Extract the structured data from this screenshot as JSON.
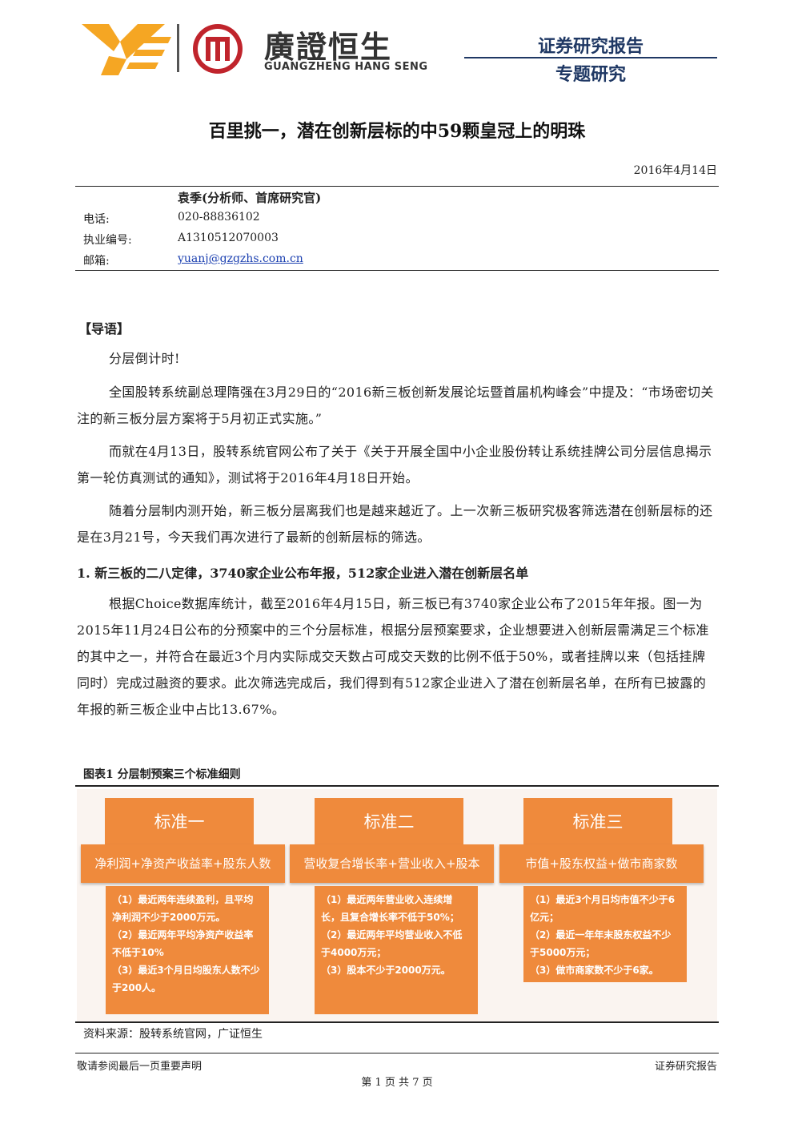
{
  "header": {
    "brand_cn": "廣證恒生",
    "brand_en": "GUANGZHENG HANG SENG",
    "report_type": "证券研究报告",
    "report_subtype": "专题研究"
  },
  "title": "百里挑一，潜在创新层标的中59颗皇冠上的明珠",
  "date": "2016年4月14日",
  "analyst": {
    "name": "袁季(分析师、首席研究官)",
    "phone_label": "电话:",
    "phone": "020-88836102",
    "license_label": "执业编号:",
    "license": "A1310512070003",
    "email_label": "邮箱:",
    "email": "yuanj@gzgzhs.com.cn"
  },
  "intro": {
    "heading": "【导语】",
    "p1": "分层倒计时!",
    "p2": "全国股转系统副总理隋强在3月29日的“2016新三板创新发展论坛暨首届机构峰会”中提及：“市场密切关注的新三板分层方案将于5月初正式实施。”",
    "p3": "而就在4月13日，股转系统官网公布了关于《关于开展全国中小企业股份转让系统挂牌公司分层信息揭示第一轮仿真测试的通知》，测试将于2016年4月18日开始。",
    "p4": "随着分层制内测开始，新三板分层离我们也是越来越近了。上一次新三板研究极客筛选潜在创新层标的还是在3月21号，今天我们再次进行了最新的创新层标的筛选。"
  },
  "section1": {
    "heading": "1.  新三板的二八定律，3740家企业公布年报，512家企业进入潜在创新层名单",
    "p1": "根据Choice数据库统计，截至2016年4月15日，新三板已有3740家企业公布了2015年年报。图一为2015年11月24日公布的分预案中的三个分层标准，根据分层预案要求，企业想要进入创新层需满足三个标准的其中之一，并符合在最近3个月内实际成交天数占可成交天数的比例不低于50%，或者挂牌以来（包括挂牌同时）完成过融资的要求。此次筛选完成后，我们得到有512家企业进入了潜在创新层名单，在所有已披露的年报的新三板企业中占比13.67%。"
  },
  "figure": {
    "caption": "图表1  分层制预案三个标准细则",
    "standards": [
      {
        "title": "标准一",
        "band": "净利润+净资产收益率+股东人数",
        "items": [
          "（1）最近两年连续盈利，且平均净利润不少于2000万元。",
          "（2）最近两年平均净资产收益率不低于10%",
          "（3）最近3个月日均股东人数不少于200人。"
        ]
      },
      {
        "title": "标准二",
        "band": "营收复合增长率+营业收入+股本",
        "items": [
          "（1）最近两年营业收入连续增长，且复合增长率不低于50%；",
          "（2）最近两年平均营业收入不低于4000万元；",
          "（3）股本不少于2000万元。"
        ]
      },
      {
        "title": "标准三",
        "band": "市值+股东权益+做市商家数",
        "items": [
          "（1）最近3个月日均市值不少于6亿元；",
          "（2）最近一年年末股东权益不少于5000万元；",
          "（3）做市商家数不少于6家。"
        ]
      }
    ],
    "source": "资料来源：股转系统官网，广证恒生"
  },
  "footer": {
    "left": "敬请参阅最后一页重要声明",
    "right": "证券研究报告",
    "page": "第 1 页 共 7 页"
  },
  "colors": {
    "accent_orange": "#ef8a3c",
    "header_blue": "#1f3864",
    "logo_orange": "#f5a623",
    "logo_red": "#c0242c"
  }
}
